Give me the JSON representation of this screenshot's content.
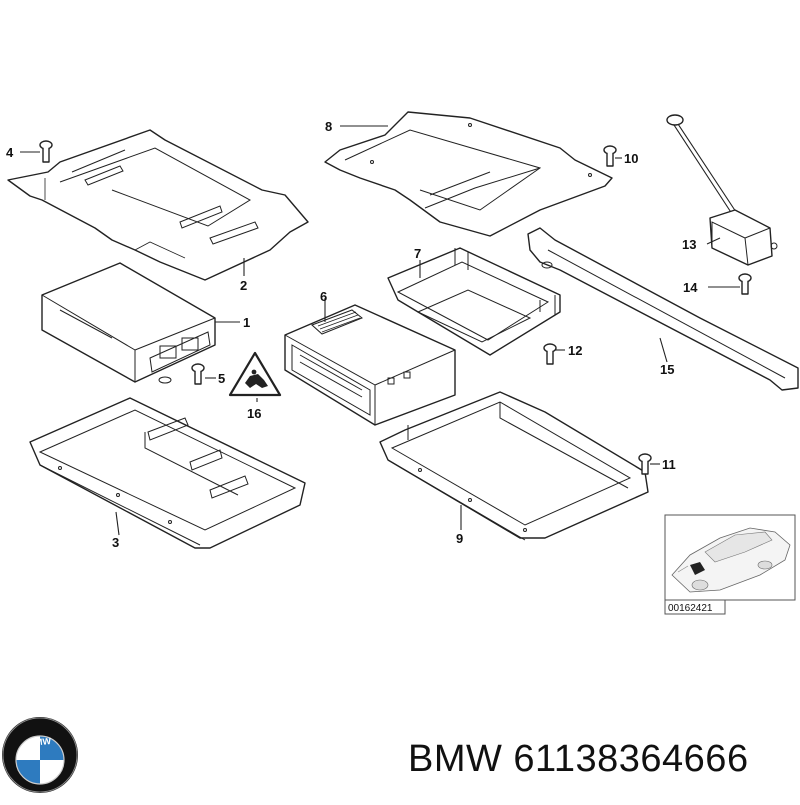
{
  "diagram": {
    "callouts": [
      "1",
      "2",
      "3",
      "4",
      "5",
      "6",
      "7",
      "8",
      "9",
      "10",
      "11",
      "12",
      "13",
      "14",
      "15",
      "16"
    ],
    "reference_code": "00162421"
  },
  "footer": {
    "brand": "BMW",
    "part_number": "61138364666",
    "full_text": "BMW 61138364666"
  },
  "logo": {
    "lettering": "BMW",
    "colors": {
      "blue": "#2e7bbf",
      "white": "#ffffff",
      "ring": "#111111"
    }
  }
}
